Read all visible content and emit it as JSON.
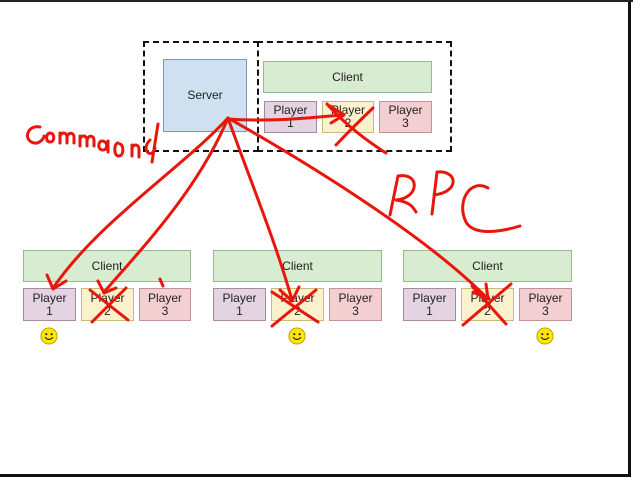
{
  "server": {
    "label": "Server"
  },
  "top_client": {
    "label": "Client",
    "players": [
      {
        "name": "Player",
        "num": "1"
      },
      {
        "name": "Player",
        "num": "2"
      },
      {
        "name": "Player",
        "num": "3"
      }
    ]
  },
  "clients": [
    {
      "label": "Client",
      "players": [
        {
          "name": "Player",
          "num": "1"
        },
        {
          "name": "Player",
          "num": "2"
        },
        {
          "name": "Player",
          "num": "3"
        }
      ]
    },
    {
      "label": "Client",
      "players": [
        {
          "name": "Player",
          "num": "1"
        },
        {
          "name": "Player",
          "num": "2"
        },
        {
          "name": "Player",
          "num": "3"
        }
      ]
    },
    {
      "label": "Client",
      "players": [
        {
          "name": "Player",
          "num": "1"
        },
        {
          "name": "Player",
          "num": "2"
        },
        {
          "name": "Player",
          "num": "3"
        }
      ]
    }
  ],
  "annotations": {
    "command": "Command",
    "rpc": "RPC",
    "ink_color": "#e8160c"
  },
  "colors": {
    "server_fill": "#cfe0f1",
    "client_fill": "#d7ecd1",
    "player1_fill": "#e4d3e0",
    "player2_fill": "#fbf1cc",
    "player3_fill": "#f3cfd2",
    "smiley_fill": "#ffe600"
  }
}
